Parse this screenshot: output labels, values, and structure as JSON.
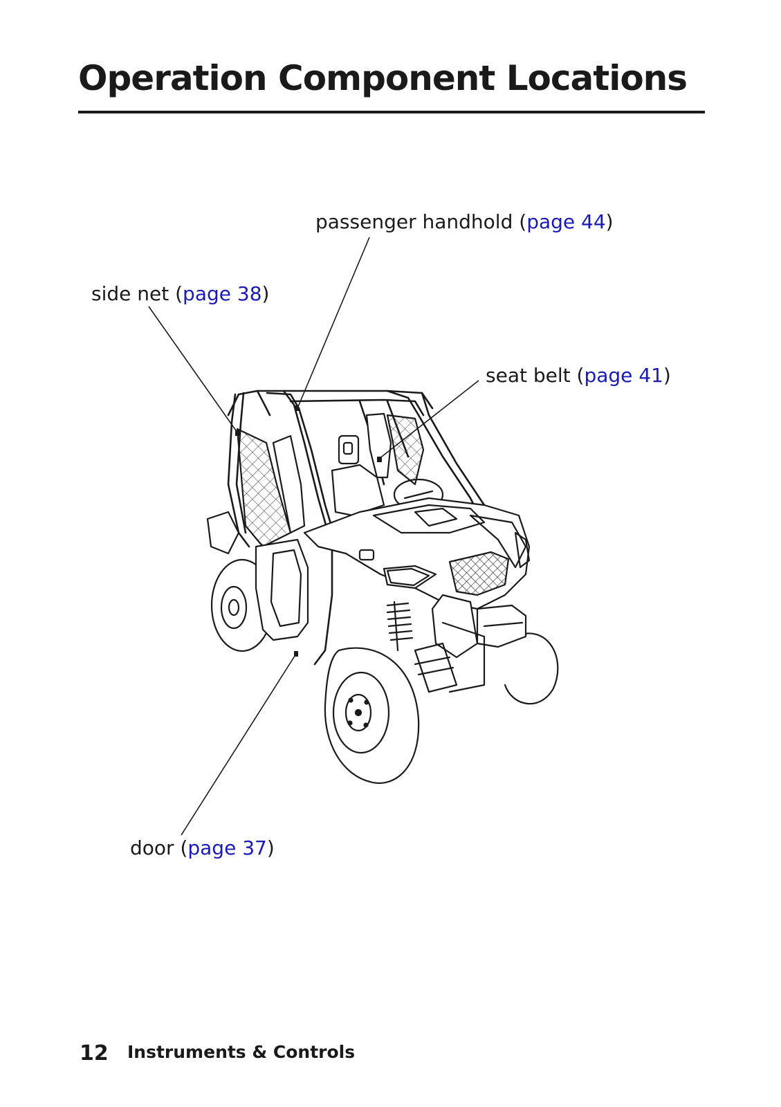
{
  "page": {
    "title": "Operation Component Locations"
  },
  "callouts": [
    {
      "id": "passenger-handhold",
      "label": "passenger handhold",
      "ref": "page 44"
    },
    {
      "id": "side-net",
      "label": "side net",
      "ref": "page 38"
    },
    {
      "id": "seat-belt",
      "label": "seat belt",
      "ref": "page 41"
    },
    {
      "id": "door",
      "label": "door",
      "ref": "page 37"
    }
  ],
  "footer": {
    "page_number": "12",
    "section": "Instruments & Controls"
  },
  "colors": {
    "text": "#1a1a1a",
    "link": "#1a1ab8"
  }
}
